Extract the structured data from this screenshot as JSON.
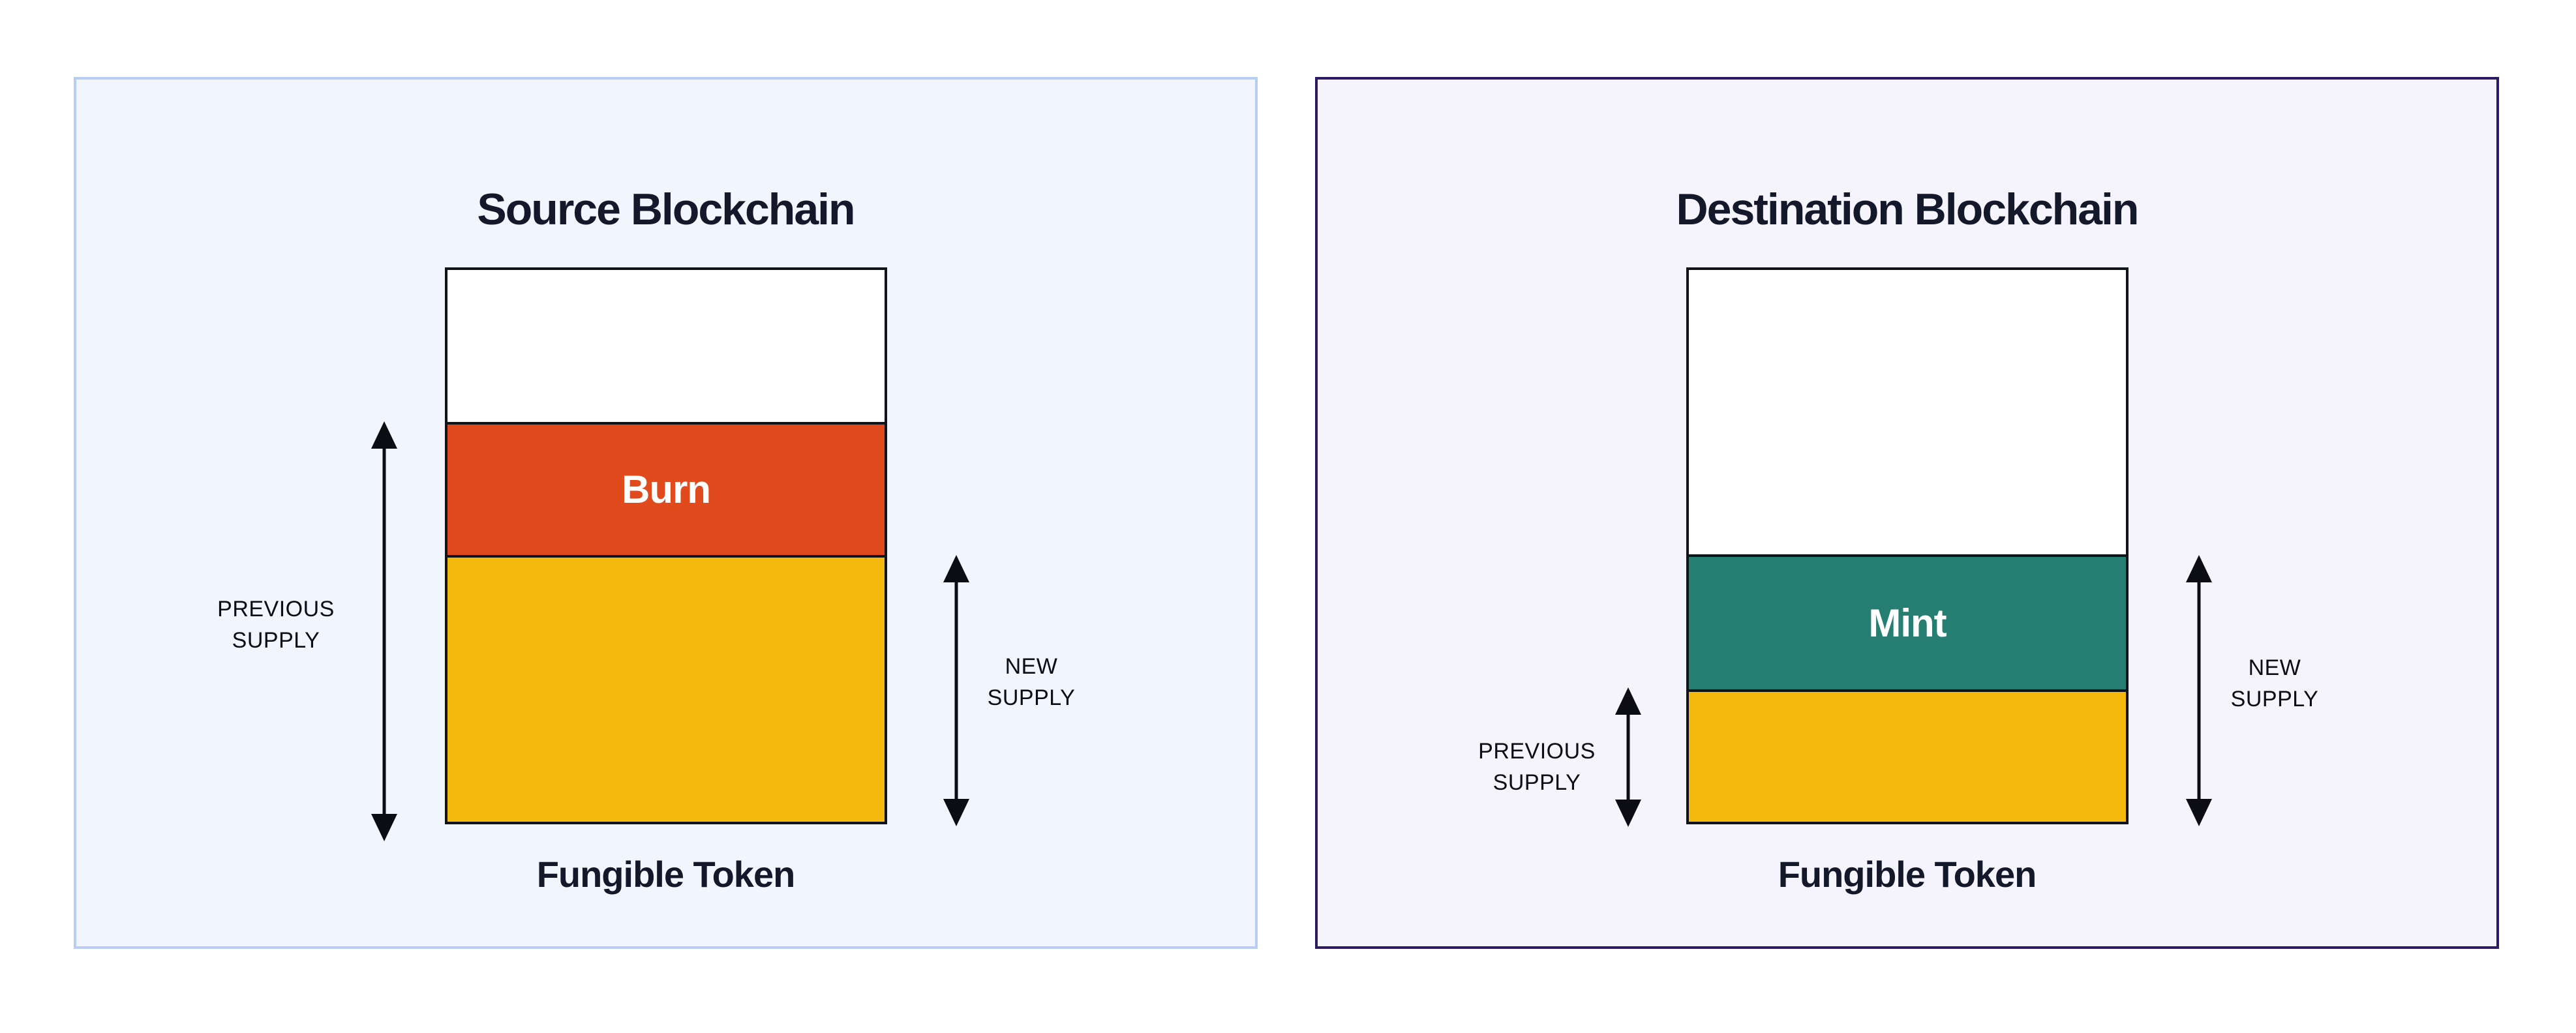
{
  "page": {
    "background": "#FFFFFF"
  },
  "panels": [
    {
      "title": "Source Blockchain",
      "caption": "Fungible Token",
      "theme": {
        "bg": "#F1F5FD",
        "border": "#B8CDF3"
      },
      "bar": {
        "border_color": "#101319",
        "segments": [
          {
            "name": "untouched-supply",
            "label": "",
            "height": "27.5%",
            "color": "#FFFFFF",
            "label_color": "#FFFFFF"
          },
          {
            "name": "burn",
            "label": "Burn",
            "height": "24.1%",
            "color": "#E04A1C",
            "label_color": "#FFFFFF"
          },
          {
            "name": "remaining-supply",
            "label": "",
            "height": "48.4%",
            "color": "#F5B80C",
            "label_color": "#FFFFFF"
          }
        ]
      },
      "annotations": [
        {
          "name": "previous-supply",
          "line1": "PREVIOUS",
          "line2": "SUPPLY"
        },
        {
          "name": "new-supply",
          "line1": "NEW",
          "line2": "SUPPLY"
        }
      ]
    },
    {
      "title": "Destination Blockchain",
      "caption": "Fungible Token",
      "theme": {
        "bg": "#F5F3FB",
        "border": "#2D1A64"
      },
      "bar": {
        "border_color": "#101319",
        "segments": [
          {
            "name": "unminted-supply",
            "label": "",
            "height": "51.5%",
            "color": "#FFFFFF",
            "label_color": "#FFFFFF"
          },
          {
            "name": "mint",
            "label": "Mint",
            "height": "24.5%",
            "color": "#267D72",
            "label_color": "#FFFFFF"
          },
          {
            "name": "previous-supply",
            "label": "",
            "height": "24.0%",
            "color": "#F5B80C",
            "label_color": "#FFFFFF"
          }
        ]
      },
      "annotations": [
        {
          "name": "previous-supply",
          "line1": "PREVIOUS",
          "line2": "SUPPLY"
        },
        {
          "name": "new-supply",
          "line1": "NEW",
          "line2": "SUPPLY"
        }
      ]
    }
  ]
}
